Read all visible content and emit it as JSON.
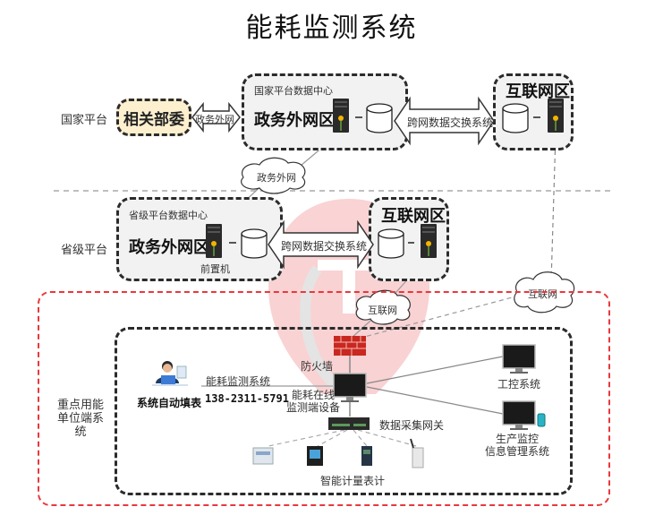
{
  "title": "能耗监测系统",
  "levels": {
    "national": "国家平台",
    "provincial": "省级平台",
    "enterprise": "重点用能\n单位端系统"
  },
  "national": {
    "ministry": "相关部委",
    "ministry_link": "政务外网",
    "datacenter_label": "国家平台数据中心",
    "gov_zone": "政务外网区",
    "exchange": "跨网数据交换系统",
    "internet_zone": "互联网区",
    "cloud": "政务外网"
  },
  "provincial": {
    "datacenter_label": "省级平台数据中心",
    "gov_zone": "政务外网区",
    "front_server": "前置机",
    "exchange": "跨网数据交换系统",
    "internet_zone": "互联网区"
  },
  "enterprise": {
    "cloud_left": "互联网",
    "cloud_right": "互联网",
    "firewall": "防火墙",
    "monitor_device": "能耗在线\n监测端设备",
    "user": "系统自动填表",
    "system_link": "能耗监测系统",
    "phone": "138-2311-5791",
    "gateway": "数据采集网关",
    "meters": "智能计量表计",
    "ics": "工控系统",
    "production": "生产监控\n信息管理系统"
  },
  "colors": {
    "red_dash": "#e8383d",
    "zone_bg": "#f2f2f2",
    "ministry_bg": "#fdf0cf",
    "firewall": "#c8281f",
    "server": "#2a2a2a"
  }
}
